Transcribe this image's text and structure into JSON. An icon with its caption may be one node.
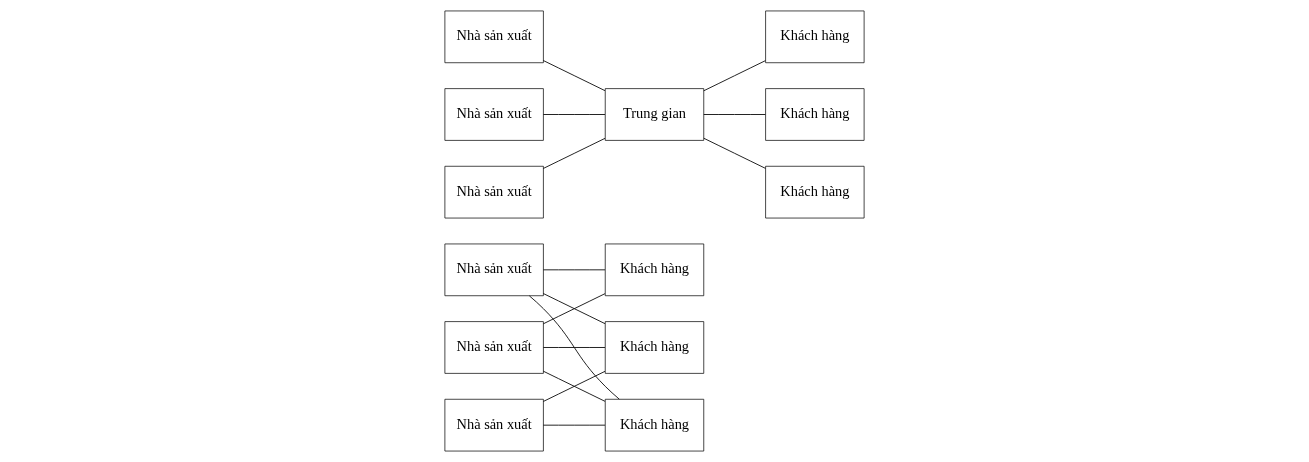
{
  "diagram": {
    "nodes": [
      {
        "text": [
          "Nhà sản xuất"
        ]
      },
      {
        "text": [
          "Khách hàng"
        ]
      },
      {
        "text": [
          "Nhà sản xuất"
        ]
      },
      {
        "text": [
          "Khách hàng"
        ]
      },
      {
        "text": [
          "Nhà sản xuất"
        ]
      },
      {
        "text": [
          "Khách hàng"
        ]
      },
      {
        "text": [
          "Nhà sản xuất"
        ]
      },
      {
        "text": [
          "Khách hàng"
        ]
      },
      {
        "text": [
          "Nhà sản xuất"
        ]
      },
      {
        "text": [
          "Trung gian"
        ]
      },
      {
        "text": [
          "Khách hàng"
        ]
      },
      {
        "text": [
          "Nhà sản xuất"
        ]
      },
      {
        "text": [
          "Khách hàng"
        ]
      }
    ],
    "edges": [
      {
        "from": 0,
        "to": 1,
        "arrow": "none"
      },
      {
        "from": 0,
        "to": 3,
        "arrow": "none"
      },
      {
        "from": 0,
        "to": 5,
        "arrow": "none"
      },
      {
        "from": 2,
        "to": 1,
        "arrow": "none"
      },
      {
        "from": 2,
        "to": 3,
        "arrow": "none"
      },
      {
        "from": 2,
        "to": 5,
        "arrow": "none"
      },
      {
        "from": 4,
        "to": 1,
        "arrow": "none"
      },
      {
        "from": 4,
        "to": 5,
        "arrow": "none"
      },
      {
        "from": 6,
        "to": 9,
        "arrow": "none"
      },
      {
        "from": 8,
        "to": 9,
        "arrow": "none"
      },
      {
        "from": 11,
        "to": 9,
        "arrow": "none"
      },
      {
        "from": 9,
        "to": 7,
        "arrow": "none"
      },
      {
        "from": 9,
        "to": 10,
        "arrow": "none"
      },
      {
        "from": 9,
        "to": 12,
        "arrow": "none"
      }
    ]
  }
}
